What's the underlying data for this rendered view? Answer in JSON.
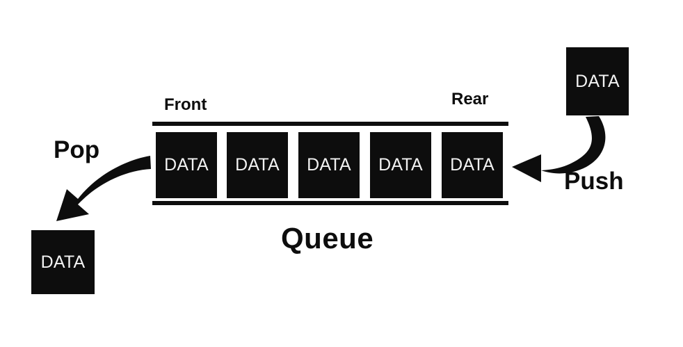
{
  "diagram": {
    "title": "Queue",
    "structure_label": "Queue",
    "front_label": "Front",
    "rear_label": "Rear",
    "push_label": "Push",
    "pop_label": "Pop",
    "cell_label": "DATA",
    "colors": {
      "box_fill": "#0d0d0d",
      "box_text": "#f2f2f2",
      "label_text": "#0d0d0d",
      "background": "#ffffff",
      "rail": "#0d0d0d",
      "arrow": "#0d0d0d"
    },
    "queue": {
      "cells": [
        {
          "label": "DATA"
        },
        {
          "label": "DATA"
        },
        {
          "label": "DATA"
        },
        {
          "label": "DATA"
        },
        {
          "label": "DATA"
        }
      ],
      "capacity_shown": 5
    },
    "incoming_element": {
      "label": "DATA"
    },
    "outgoing_element": {
      "label": "DATA"
    },
    "arrows": [
      {
        "name": "push-arrow",
        "from": "incoming-data-box",
        "to": "queue-rear",
        "direction": "left"
      },
      {
        "name": "pop-arrow",
        "from": "queue-front",
        "to": "outgoing-data-box",
        "direction": "down-left"
      }
    ]
  }
}
